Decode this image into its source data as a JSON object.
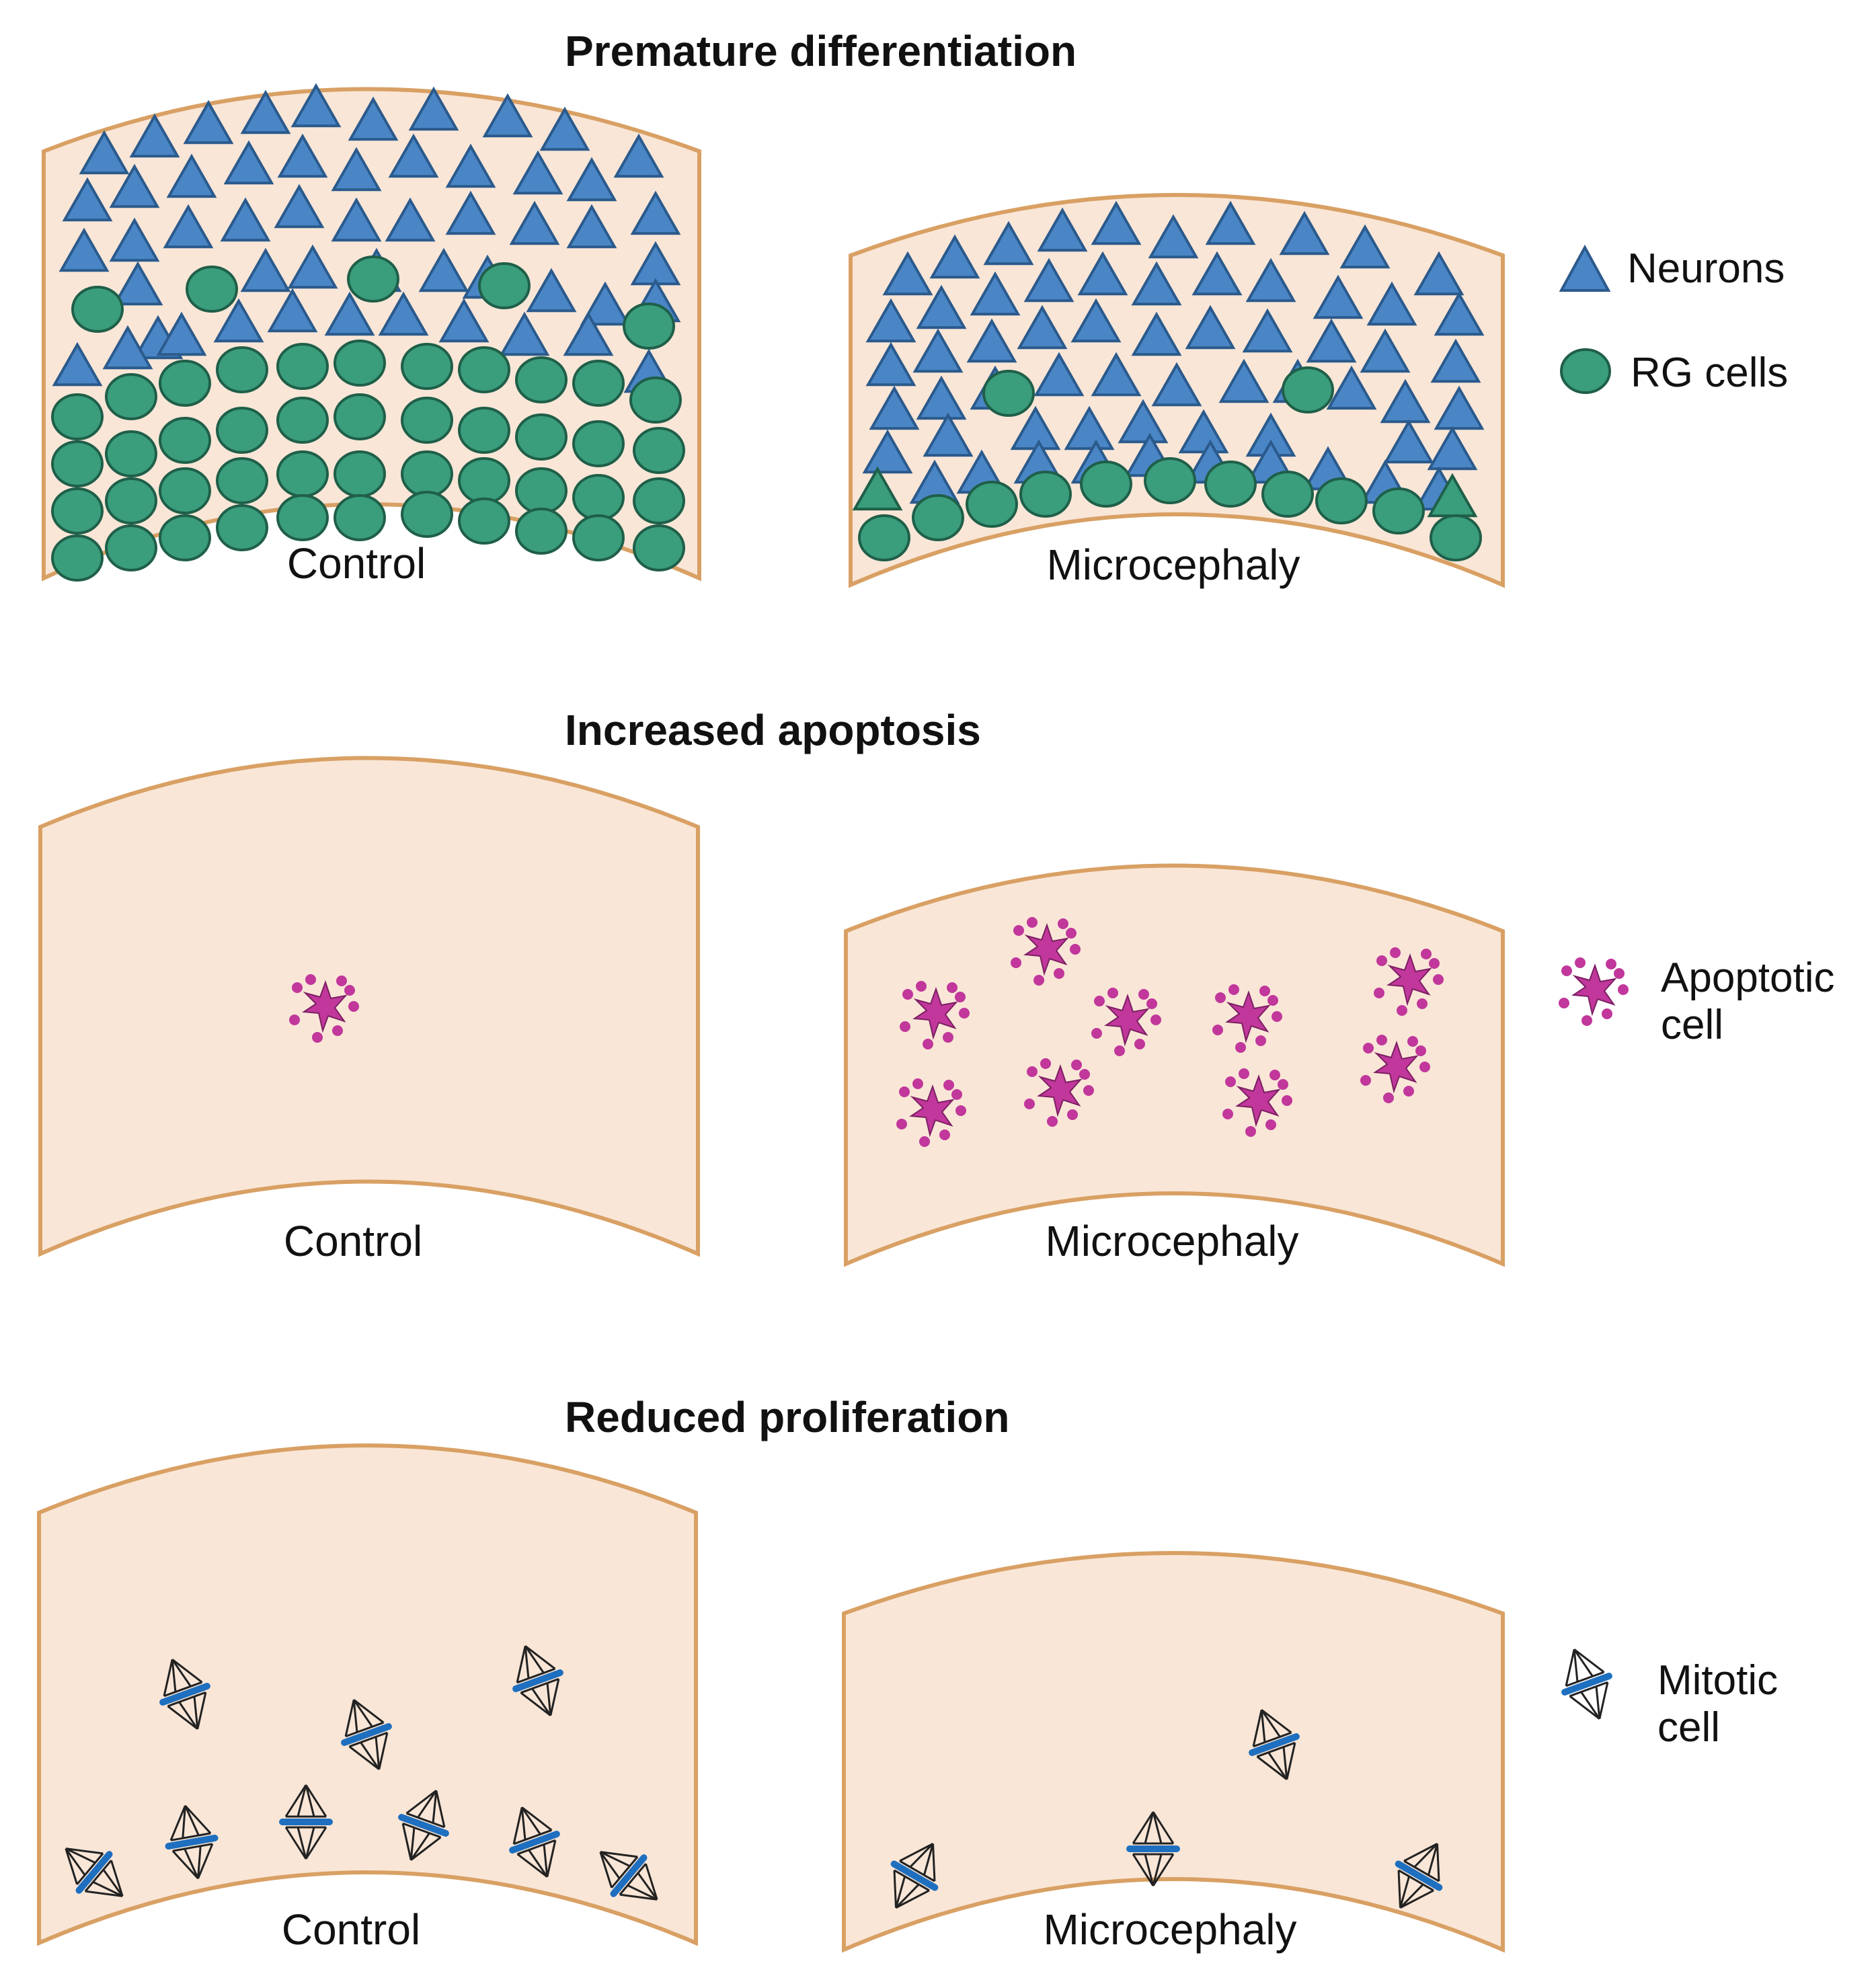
{
  "colors": {
    "tissue_fill": "#f9e6d7",
    "tissue_stroke": "#d9a064",
    "neuron_fill": "#4a86c6",
    "neuron_stroke": "#2b5a8c",
    "rg_fill": "#3a9d7c",
    "rg_stroke": "#1f5f49",
    "apoptotic": "#c1379b",
    "mitotic_plate": "#1e6fbf",
    "spindle": "#222222"
  },
  "sections": [
    {
      "title": "Premature differentiation",
      "control_label": "Control",
      "microcephaly_label": "Microcephaly",
      "legend": [
        {
          "icon": "neuron-triangle-icon",
          "label": "Neurons"
        },
        {
          "icon": "rg-cell-circle-icon",
          "label": "RG cells"
        }
      ]
    },
    {
      "title": "Increased apoptosis",
      "control_label": "Control",
      "microcephaly_label": "Microcephaly",
      "legend": [
        {
          "icon": "apoptotic-cell-icon",
          "label_line1": "Apoptotic",
          "label_line2": "cell"
        }
      ]
    },
    {
      "title": "Reduced proliferation",
      "control_label": "Control",
      "microcephaly_label": "Microcephaly",
      "legend": [
        {
          "icon": "mitotic-cell-icon",
          "label_line1": "Mitotic",
          "label_line2": "cell"
        }
      ]
    }
  ]
}
